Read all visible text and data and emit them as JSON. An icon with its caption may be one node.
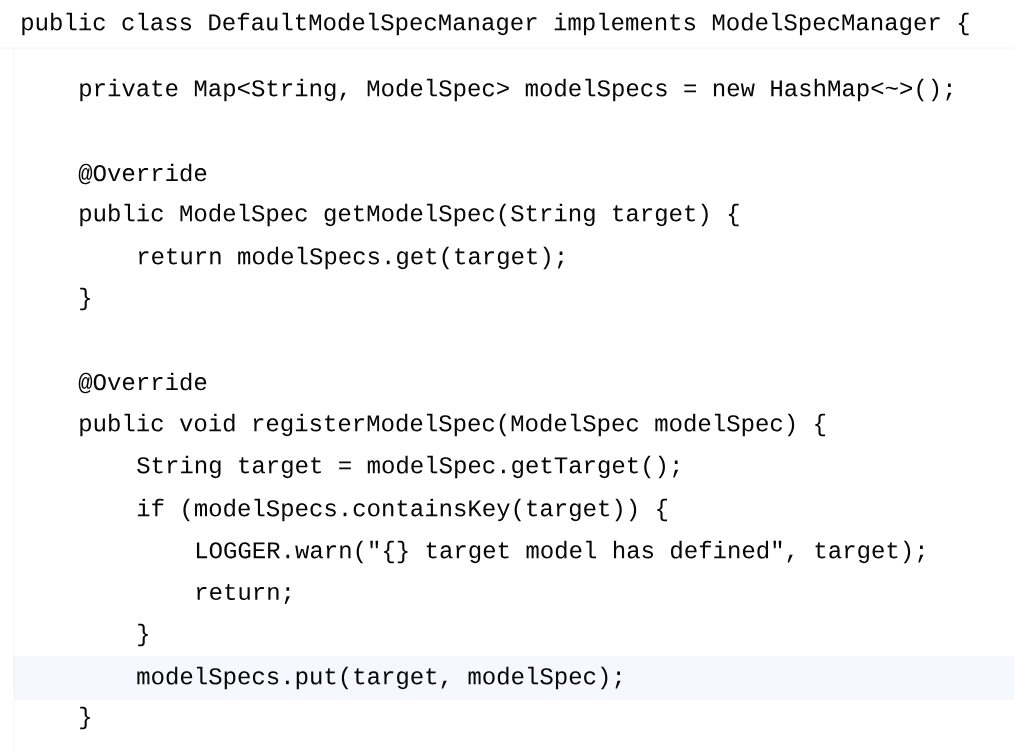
{
  "diagram": {
    "labels": [
      "public class DefaultModelSpecManager implements ModelSpecManager {",
      "private Map<String, ModelSpec> modelSpecs = new HashMap<~>();",
      "@Override",
      "public ModelSpec getModelSpec(String target) {",
      "return modelSpecs.get(target);",
      "}",
      "@Override",
      "public void registerModelSpec(ModelSpec modelSpec) {",
      "String target = modelSpec.getTarget();",
      "if (modelSpecs.containsKey(target)) {",
      "LOGGER.warn(\"{} target model has defined\", target);",
      "return;",
      "}",
      "modelSpecs.put(target, modelSpec);",
      "}"
    ]
  }
}
